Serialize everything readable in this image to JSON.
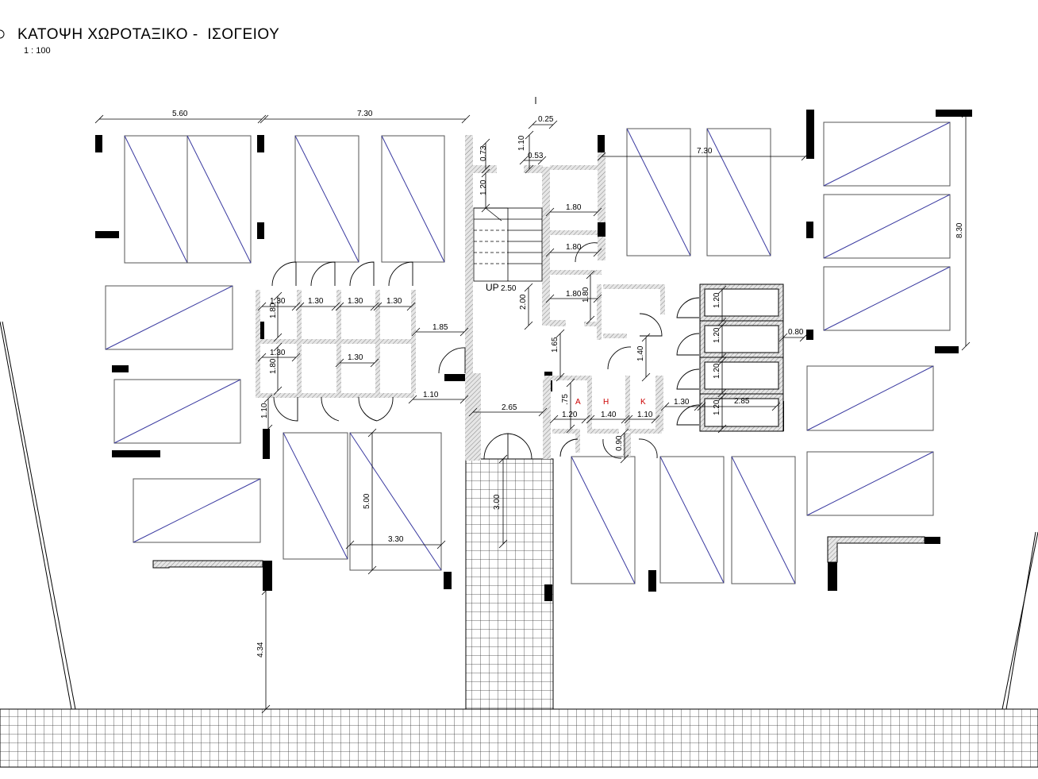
{
  "drawing": {
    "title": "ΚΑΤΟΨΗ ΧΩΡΟΤΑΞΙΚΟ -  ΙΣΟΓΕΙΟΥ",
    "scale": "1 : 100",
    "stair_label": "UP"
  },
  "colors": {
    "line": "#000000",
    "parking_outline": "#555555",
    "diagonal": "#3a3aa0",
    "room_label": "#cc0000",
    "wall_hatch": "#bbbbbb"
  },
  "dimensions": [
    "5.60",
    "7.30",
    "0.25",
    "1.10",
    "0.53",
    "0.73",
    "1.20",
    "7.30",
    "8.30",
    "1.80",
    "1.80",
    "1.80",
    "1.80",
    "2.50",
    "2.00",
    "1.30",
    "1.30",
    "1.30",
    "1.30",
    "1.80",
    "1.85",
    "1.30",
    "1.30",
    "1.80",
    "1.65",
    "1.40",
    "1.20",
    "1.20",
    "1.20",
    "1.20",
    "0.80",
    "1.10",
    "1.10",
    "2.65",
    ".75",
    "1.20",
    "1.40",
    "1.10",
    "1.30",
    "2.85",
    "0.90",
    "3.00",
    "5.00",
    "3.30",
    "4.34"
  ],
  "rooms": [
    "Α",
    "Η",
    "Κ"
  ]
}
